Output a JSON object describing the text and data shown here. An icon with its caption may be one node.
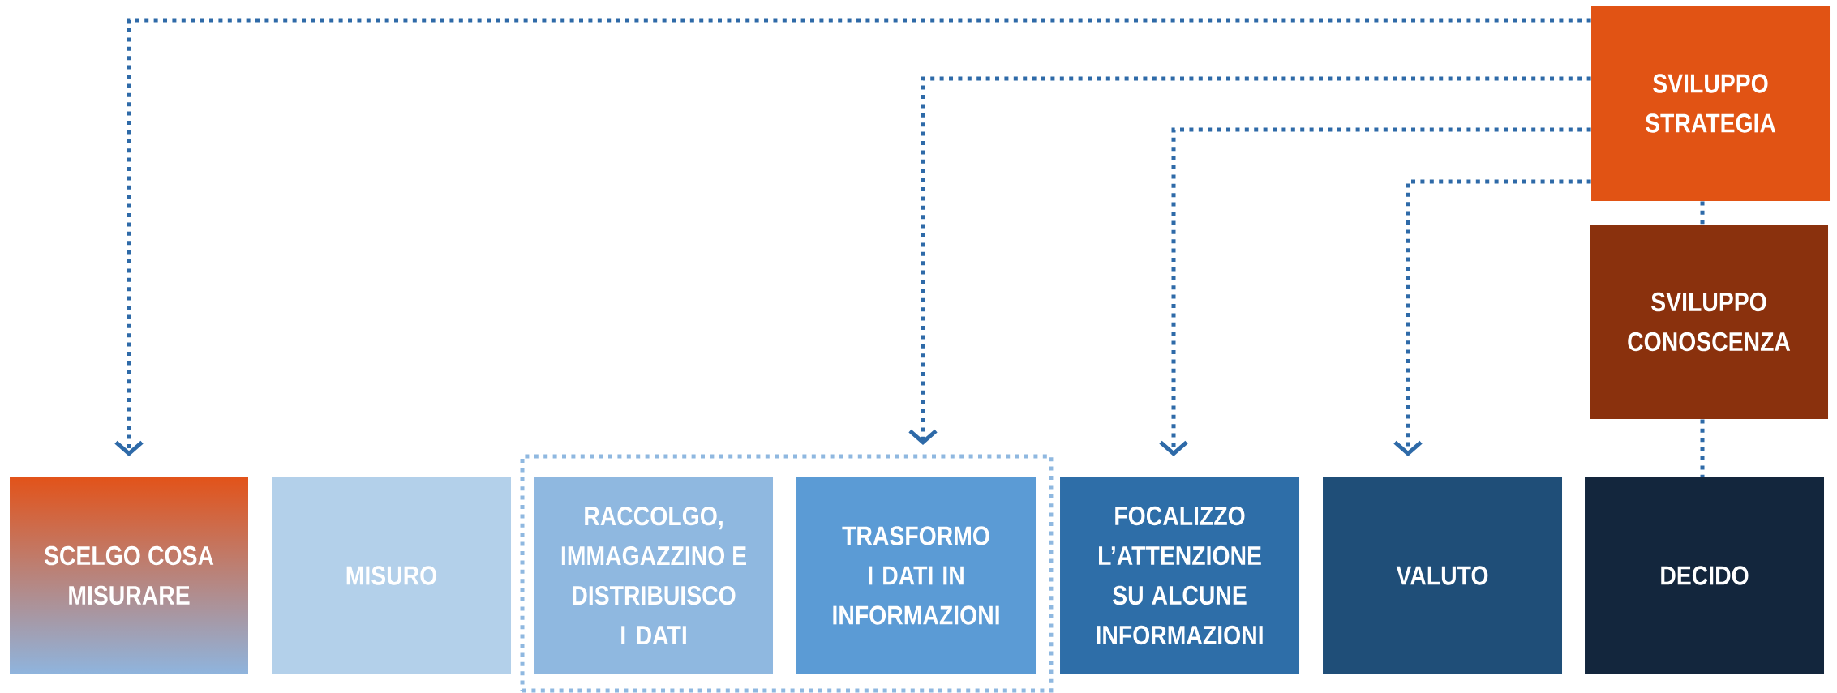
{
  "diagram": {
    "nodes": [
      {
        "text": [
          "SVILUPPO STRATEGIA"
        ]
      },
      {
        "text": [
          "SVILUPPO CONOSCENZA"
        ]
      },
      {
        "text": [
          "SCELGO COSA MISURARE"
        ]
      },
      {
        "text": [
          "MISURO"
        ]
      },
      {
        "text": [],
        "shape": "box"
      },
      {
        "text": [
          "RACCOLGO, IMMAGAZZINO E DISTRIBUISCO I DATI"
        ],
        "in": 4
      },
      {
        "text": [
          "TRASFORMO I DATI IN INFORMAZIONI"
        ],
        "in": 4
      },
      {
        "text": [
          "FOCALIZZO L’ATTENZIONE SU ALCUNE INFORMAZIONI"
        ]
      },
      {
        "text": [
          "VALUTO"
        ]
      },
      {
        "text": [
          "DECIDO"
        ]
      }
    ],
    "edges": [
      {
        "from": 0,
        "to": 2,
        "arrow": "to"
      },
      {
        "from": 0,
        "to": 6,
        "arrow": "to"
      },
      {
        "from": 0,
        "to": 7,
        "arrow": "to"
      },
      {
        "from": 0,
        "to": 8,
        "arrow": "to"
      },
      {
        "from": 0,
        "to": 1,
        "arrow": "none"
      },
      {
        "from": 1,
        "to": 9,
        "arrow": "none"
      }
    ]
  }
}
